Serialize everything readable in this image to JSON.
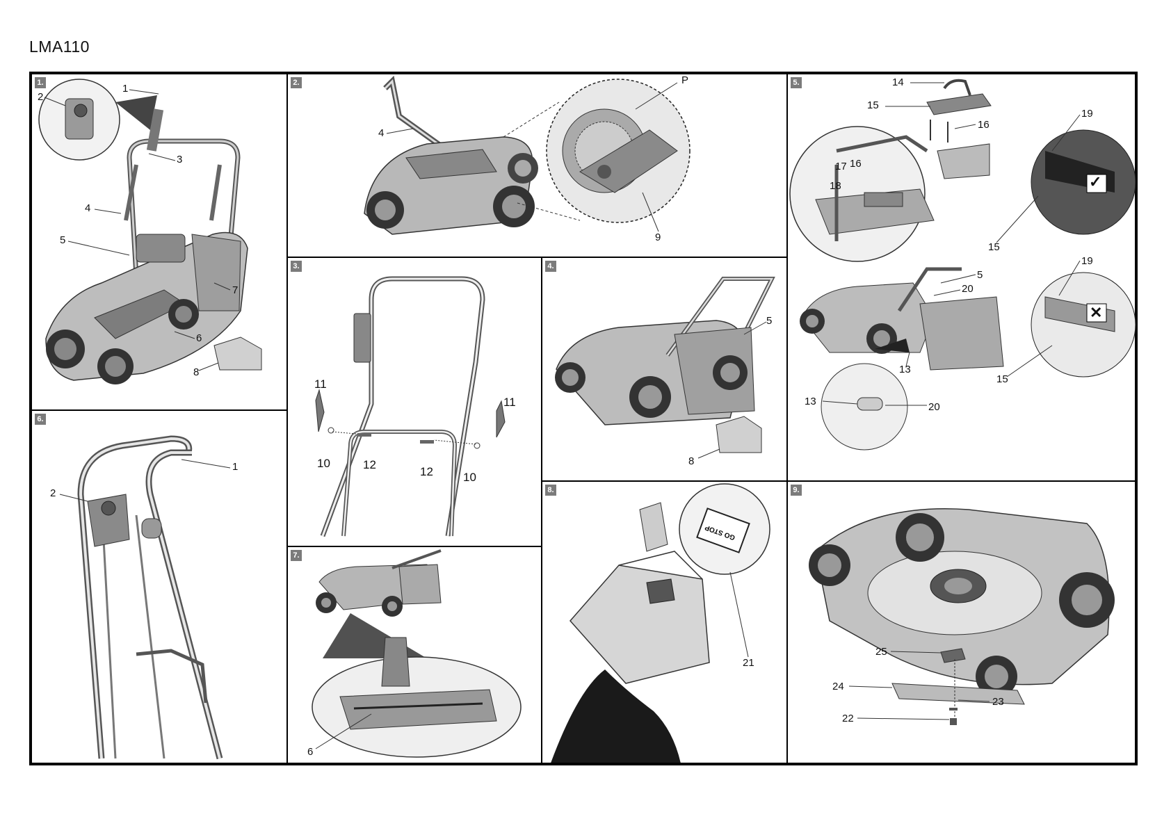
{
  "document": {
    "model": "LMA110"
  },
  "panels": [
    {
      "id": "1",
      "badge": "1.",
      "callouts": [
        "1",
        "2",
        "3",
        "4",
        "5",
        "6",
        "7",
        "8"
      ]
    },
    {
      "id": "2",
      "badge": "2.",
      "callouts": [
        "P",
        "4",
        "9"
      ]
    },
    {
      "id": "3",
      "badge": "3.",
      "callouts": [
        "11",
        "11",
        "10",
        "12",
        "12",
        "10"
      ]
    },
    {
      "id": "4",
      "badge": "4.",
      "callouts": [
        "5",
        "8"
      ]
    },
    {
      "id": "5",
      "badge": "5.",
      "callouts": [
        "14",
        "15",
        "16",
        "17",
        "16",
        "18",
        "19",
        "15",
        "5",
        "20",
        "19",
        "13",
        "13",
        "20",
        "15"
      ],
      "marks": [
        "✓",
        "✕"
      ]
    },
    {
      "id": "6",
      "badge": "6.",
      "callouts": [
        "1",
        "2"
      ]
    },
    {
      "id": "7",
      "badge": "7.",
      "callouts": [
        "6"
      ]
    },
    {
      "id": "8",
      "badge": "8.",
      "callouts": [
        "21"
      ],
      "switch_text": "GO STOP"
    },
    {
      "id": "9",
      "badge": "9.",
      "callouts": [
        "25",
        "24",
        "23",
        "22"
      ]
    }
  ]
}
